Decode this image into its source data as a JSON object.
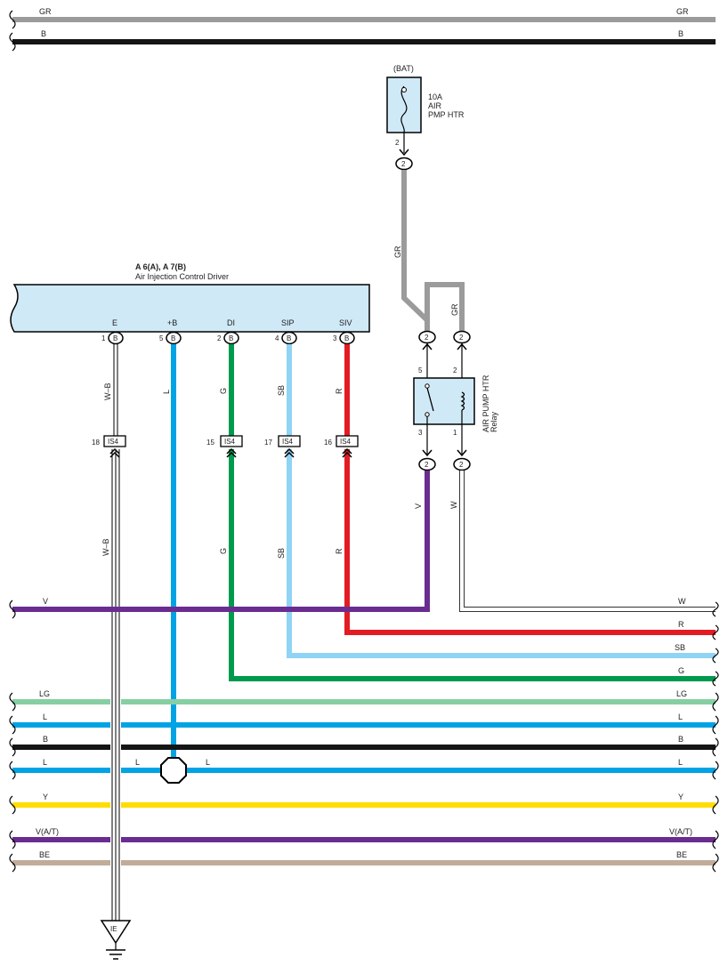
{
  "colors": {
    "GR": "#9b9b9b",
    "B": "#151515",
    "V": "#6a2c91",
    "W": "#ffffff",
    "R": "#e31b23",
    "SB": "#8fd4f4",
    "G": "#009a4e",
    "LG": "#86cfa3",
    "L": "#00a4e4",
    "Y": "#ffdd00",
    "BE": "#c1ab99",
    "WB": "#ffffff",
    "component_fill": "#cfe9f7"
  },
  "buses": {
    "top_gr": "GR",
    "top_b": "B",
    "v": "V",
    "w": "W",
    "r": "R",
    "sb": "SB",
    "g": "G",
    "lg": "LG",
    "l1": "L",
    "b": "B",
    "l2": "L",
    "l2_left_a": "L",
    "l2_left_b": "L",
    "y": "Y",
    "va": "V(A/T)",
    "be": "BE"
  },
  "fuse": {
    "source": "(BAT)",
    "rating": "10A",
    "name_line1": "AIR",
    "name_line2": "PMP HTR",
    "pin": "2",
    "connector": "2",
    "wire": "GR"
  },
  "ecu": {
    "code": "A 6(A), A 7(B)",
    "name": "Air Injection Control Driver",
    "pins": [
      {
        "label": "E",
        "pin": "1",
        "conn": "B",
        "wire": "W–B",
        "junction_pin": "18",
        "junction": "IS4",
        "wire_below": "W–B"
      },
      {
        "label": "+B",
        "pin": "5",
        "conn": "B",
        "wire": "L"
      },
      {
        "label": "DI",
        "pin": "2",
        "conn": "B",
        "wire": "G",
        "junction_pin": "15",
        "junction": "IS4",
        "wire_below": "G"
      },
      {
        "label": "SIP",
        "pin": "4",
        "conn": "B",
        "wire": "SB",
        "junction_pin": "17",
        "junction": "IS4",
        "wire_below": "SB"
      },
      {
        "label": "SIV",
        "pin": "3",
        "conn": "B",
        "wire": "R",
        "junction_pin": "16",
        "junction": "IS4",
        "wire_below": "R"
      }
    ]
  },
  "relay": {
    "name_line1": "AIR PUMP HTR",
    "name_line2": "Relay",
    "pin_tl": "5",
    "pin_tr": "2",
    "pin_bl": "3",
    "pin_br": "1",
    "conn": "2",
    "wire_in": "GR",
    "wire_out_left": "V",
    "wire_out_right": "W"
  },
  "ground": {
    "label": "IE"
  }
}
